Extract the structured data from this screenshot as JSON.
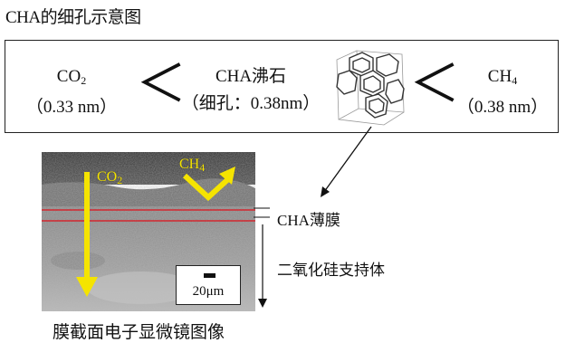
{
  "heading": "CHA的细孔示意图",
  "box": {
    "left": {
      "formula": "CO",
      "subscript": "2",
      "size": "（0.33 nm）"
    },
    "middle": {
      "name": "CHA沸石",
      "size": "（细孔：0.38nm）"
    },
    "right": {
      "formula": "CH",
      "subscript": "4",
      "size": "（0.38 nm）"
    },
    "less_than_symbol": "＜"
  },
  "micrograph": {
    "co2_formula": "CO",
    "co2_subscript": "2",
    "ch4_formula": "CH",
    "ch4_subscript": "4",
    "scale_bar_label": "20μm",
    "caption": "膜截面电子显微镜图像"
  },
  "labels": {
    "membrane": "CHA薄膜",
    "support": "二氧化硅支持体"
  },
  "colors": {
    "arrow_yellow": "#f5e400",
    "membrane_line_red": "#e0101a",
    "frame_black": "#222222"
  },
  "icons": {
    "molecule": "cha-cage-structure-icon"
  }
}
